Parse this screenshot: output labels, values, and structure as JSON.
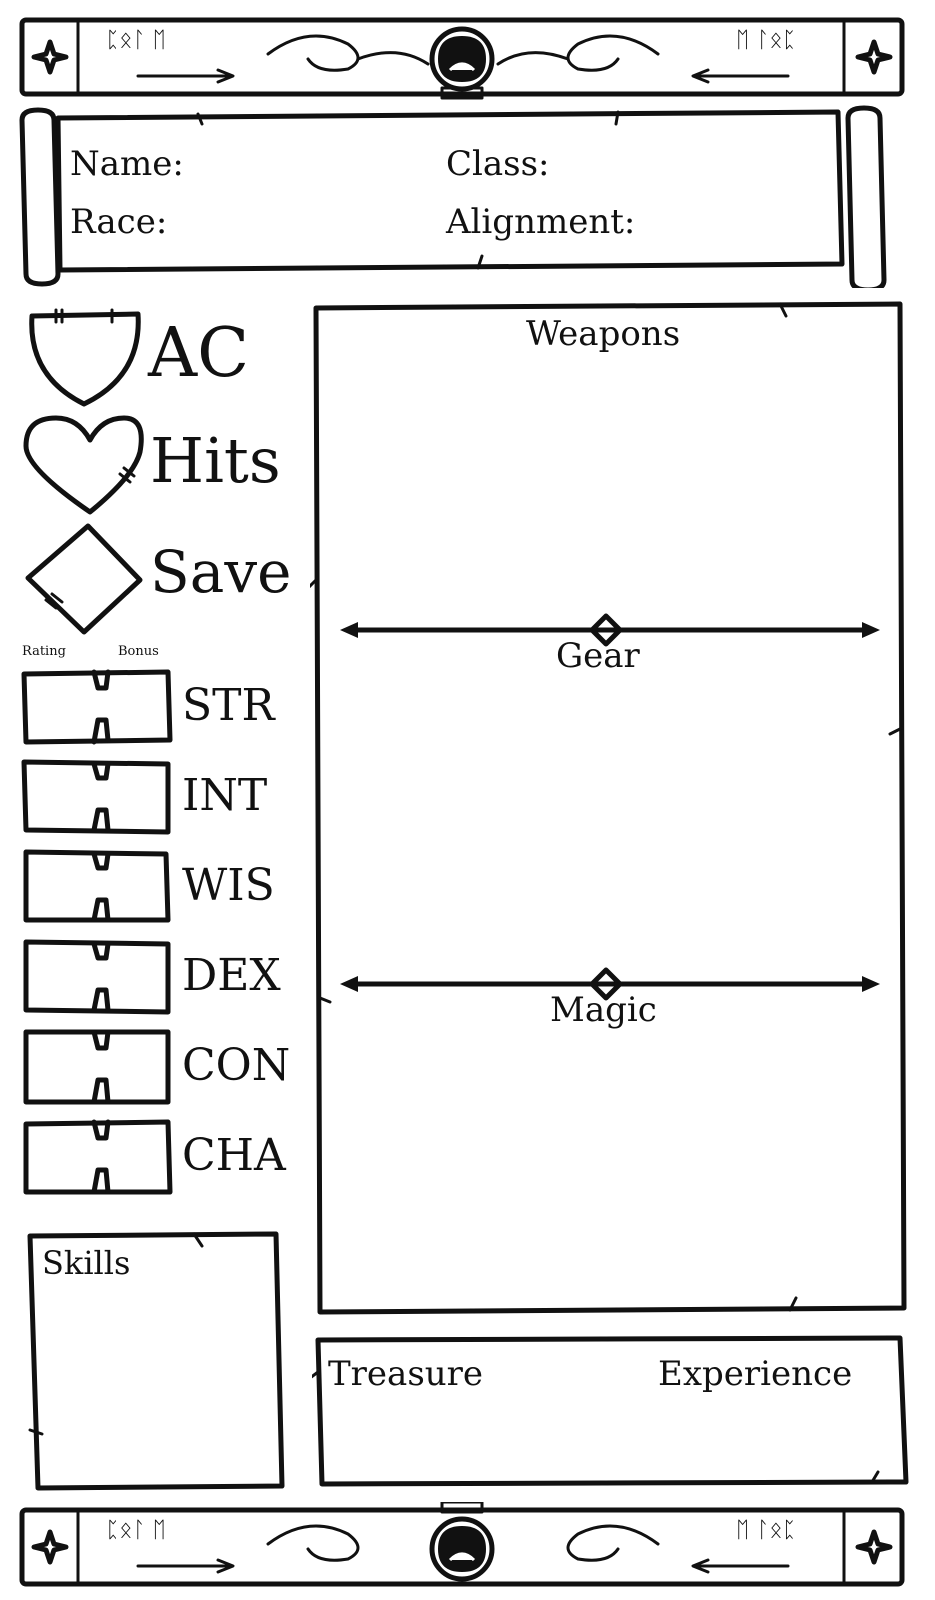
{
  "banner": {
    "left_glyphs": "ᛈᛟᛚ ᛖ",
    "right_glyphs": "ᛖ ᛚᛟᛈ"
  },
  "header": {
    "name_label": "Name:",
    "class_label": "Class:",
    "race_label": "Race:",
    "alignment_label": "Alignment:"
  },
  "defense": {
    "ac_label": "AC",
    "hits_label": "Hits",
    "save_label": "Save"
  },
  "abilities": {
    "rating_header": "Rating",
    "bonus_header": "Bonus",
    "items": [
      {
        "label": "STR"
      },
      {
        "label": "INT"
      },
      {
        "label": "WIS"
      },
      {
        "label": "DEX"
      },
      {
        "label": "CON"
      },
      {
        "label": "CHA"
      }
    ]
  },
  "skills": {
    "label": "Skills"
  },
  "inventory": {
    "weapons_label": "Weapons",
    "gear_label": "Gear",
    "magic_label": "Magic"
  },
  "footer": {
    "treasure_label": "Treasure",
    "experience_label": "Experience"
  },
  "colors": {
    "ink": "#111111",
    "paper": "#ffffff"
  }
}
